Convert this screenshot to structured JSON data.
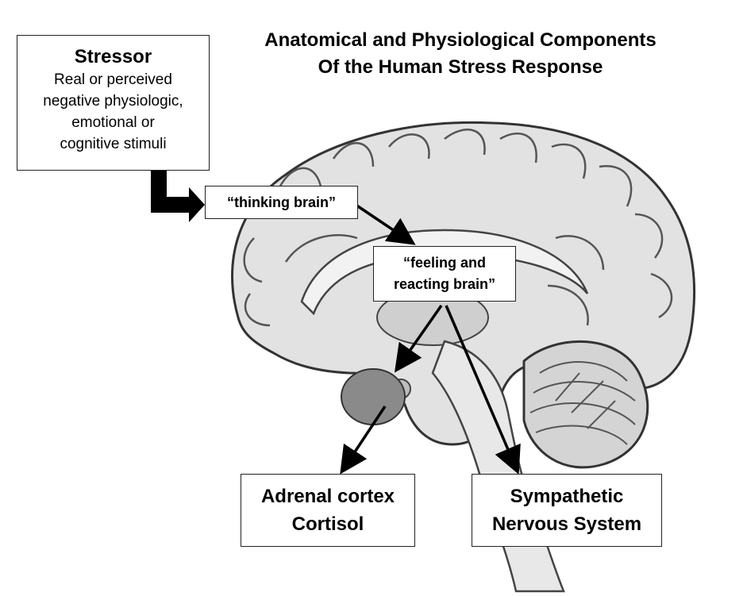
{
  "title": {
    "line1": "Anatomical and Physiological Components",
    "line2": "Of the Human Stress Response"
  },
  "stressor": {
    "heading": "Stressor",
    "lines": [
      "Real or perceived",
      "negative physiologic,",
      "emotional or",
      "cognitive stimuli"
    ]
  },
  "thinking_brain": {
    "label": "“thinking brain”"
  },
  "feeling_brain": {
    "lines": [
      "“feeling and",
      "reacting brain”"
    ]
  },
  "adrenal": {
    "lines": [
      "Adrenal cortex",
      "Cortisol"
    ]
  },
  "sympathetic": {
    "lines": [
      "Sympathetic",
      "Nervous System"
    ]
  },
  "colors": {
    "brain_fill": "#d9d9d9",
    "brain_stroke": "#3a3a3a",
    "arrow": "#000000"
  }
}
